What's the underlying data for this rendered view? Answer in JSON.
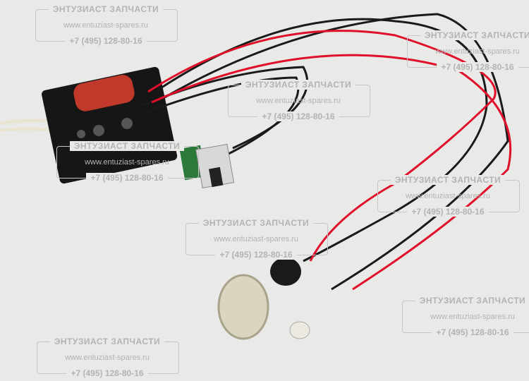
{
  "watermark": {
    "company": "ЭНТУЗИАСТ ЗАПЧАСТИ",
    "website": "www.entuziast-spares.ru",
    "phone": "+7 (495) 128-80-16"
  },
  "colors": {
    "background": "#e9e9e7",
    "wire_red": "#e0102a",
    "wire_black": "#1a1a1a",
    "board": "#111111",
    "capacitor": "#c0392b"
  }
}
